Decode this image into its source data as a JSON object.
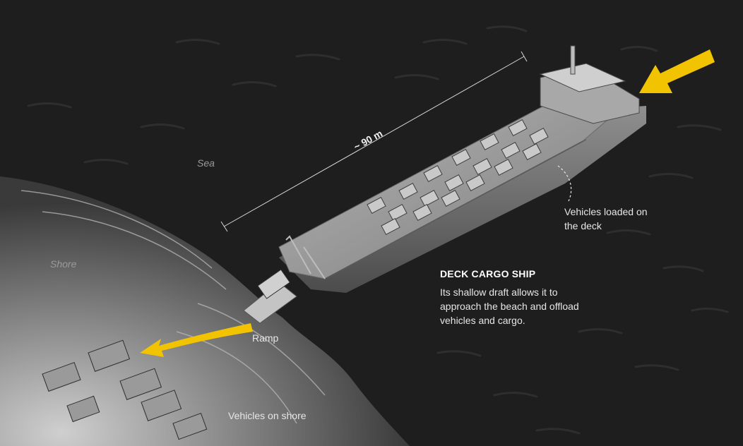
{
  "labels": {
    "dimension": "~ 90 m",
    "sea": "Sea",
    "shore": "Shore",
    "ramp": "Ramp",
    "vehicles_on_shore": "Vehicles on shore",
    "vehicles_loaded": "Vehicles loaded on the deck",
    "ship_title": "DECK CARGO SHIP",
    "ship_description": "Its shallow draft allows it to approach the beach and offload vehicles and cargo."
  },
  "colors": {
    "background": "#1e1e1e",
    "shore": "#8a8a8a",
    "ship_hull": "#9b9b9b",
    "accent_arrow": "#f2c300"
  },
  "icons": {
    "incoming_arrow": "arrow-down-left-icon",
    "offload_arrow": "arrow-left-icon"
  }
}
